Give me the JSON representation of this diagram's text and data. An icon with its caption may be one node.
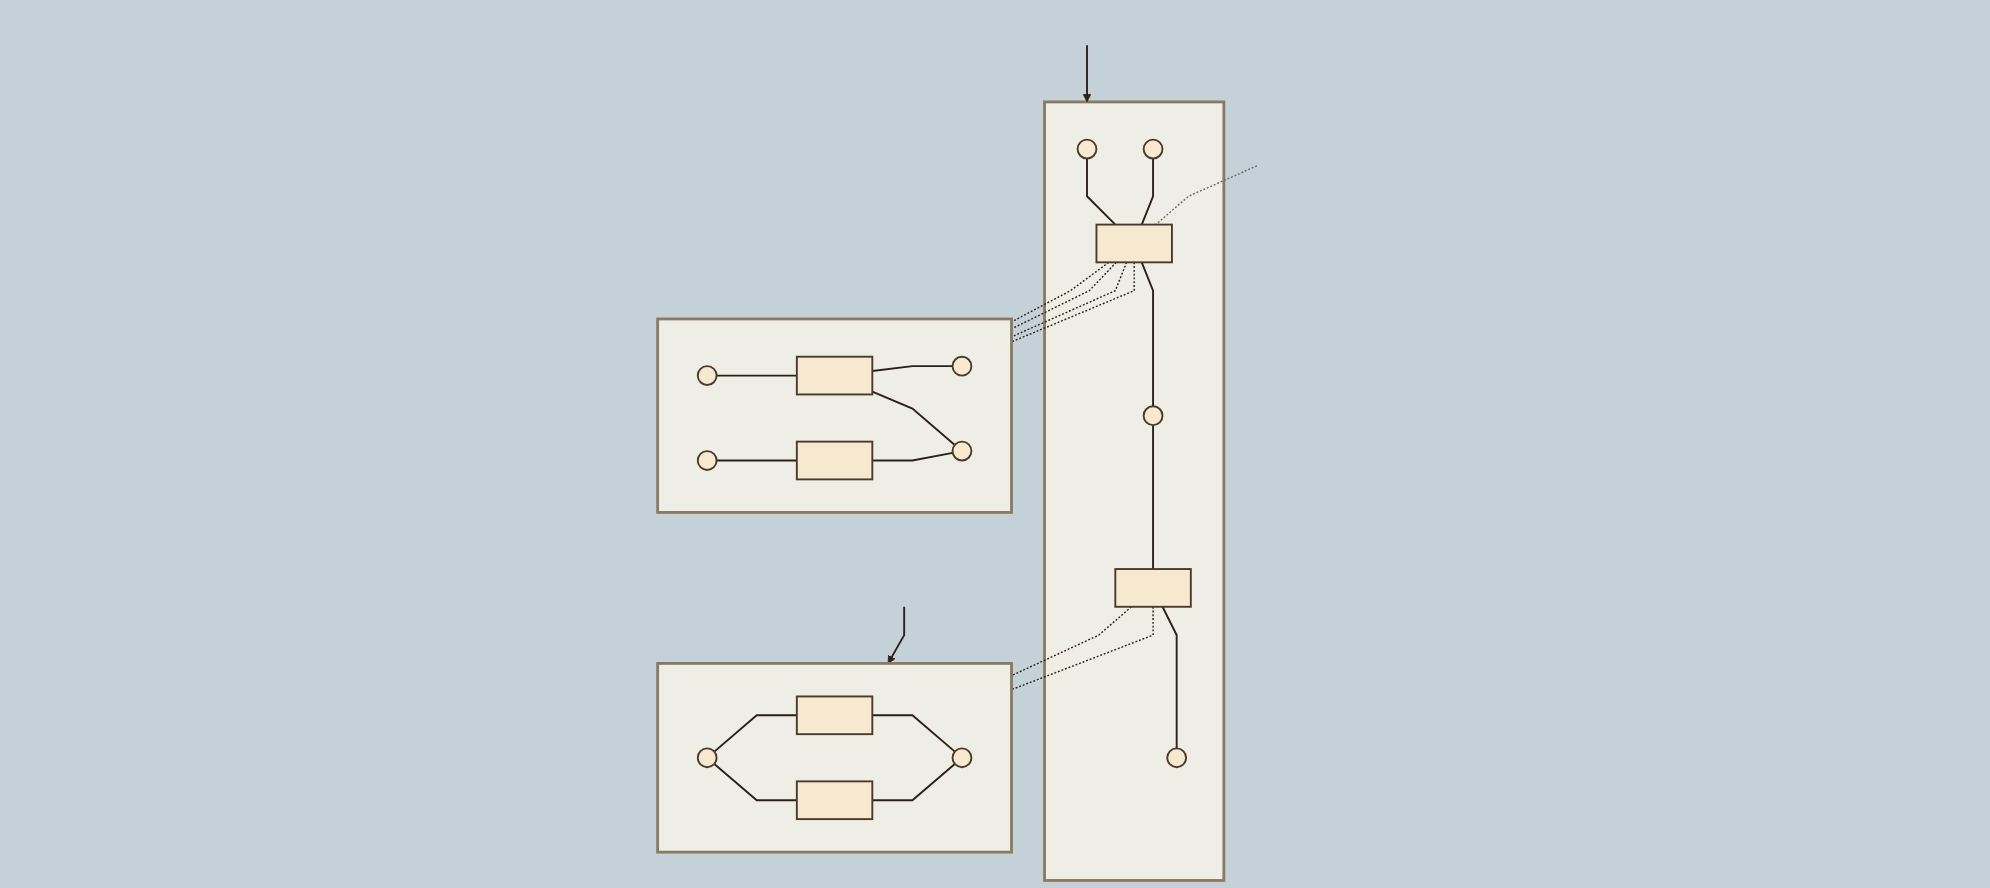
{
  "diagram": {
    "nodes": [
      {
        "text": [],
        "shape": "box"
      },
      {
        "text": [],
        "shape": "circle",
        "in": 0
      },
      {
        "text": [],
        "shape": "circle",
        "in": 0
      },
      {
        "text": [],
        "shape": "box",
        "in": 0
      },
      {
        "text": [],
        "shape": "circle",
        "in": 0
      },
      {
        "text": [],
        "shape": "box",
        "in": 0
      },
      {
        "text": [],
        "shape": "circle",
        "in": 0
      },
      {
        "text": [],
        "shape": "box"
      },
      {
        "text": [],
        "shape": "circle",
        "in": 7
      },
      {
        "text": [],
        "shape": "box",
        "in": 7
      },
      {
        "text": [],
        "shape": "circle",
        "in": 7
      },
      {
        "text": [],
        "shape": "circle",
        "in": 7
      },
      {
        "text": [],
        "shape": "box",
        "in": 7
      },
      {
        "text": [],
        "shape": "circle",
        "in": 7
      },
      {
        "text": [],
        "shape": "box"
      },
      {
        "text": [],
        "shape": "circle",
        "in": 14
      },
      {
        "text": [],
        "shape": "box",
        "in": 14
      },
      {
        "text": [],
        "shape": "box",
        "in": 14
      },
      {
        "text": [],
        "shape": "circle",
        "in": 14
      }
    ],
    "edges": [
      {
        "from": 1,
        "to": 3,
        "arrow": "none"
      },
      {
        "from": 2,
        "to": 3,
        "arrow": "none"
      },
      {
        "from": 3,
        "to": 4,
        "arrow": "none"
      },
      {
        "from": 4,
        "to": 5,
        "arrow": "none"
      },
      {
        "from": 5,
        "to": 6,
        "arrow": "none"
      },
      {
        "from": 8,
        "to": 9,
        "arrow": "none"
      },
      {
        "from": 9,
        "to": 10,
        "arrow": "none"
      },
      {
        "from": 9,
        "to": 13,
        "arrow": "none"
      },
      {
        "from": 11,
        "to": 12,
        "arrow": "none"
      },
      {
        "from": 12,
        "to": 13,
        "arrow": "none"
      },
      {
        "from": 15,
        "to": 16,
        "arrow": "none"
      },
      {
        "from": 15,
        "to": 17,
        "arrow": "none"
      },
      {
        "from": 16,
        "to": 18,
        "arrow": "none"
      },
      {
        "from": 17,
        "to": 18,
        "arrow": "none"
      },
      {
        "from": 3,
        "to": 7,
        "arrow": "none",
        "style": "dashed"
      },
      {
        "from": 3,
        "to": 7,
        "arrow": "none",
        "style": "dashed"
      },
      {
        "from": 3,
        "to": 7,
        "arrow": "none",
        "style": "dashed"
      },
      {
        "from": 3,
        "to": 7,
        "arrow": "none",
        "style": "dashed"
      },
      {
        "from": 5,
        "to": 14,
        "arrow": "none",
        "style": "dashed"
      },
      {
        "from": 5,
        "to": 14,
        "arrow": "none",
        "style": "dashed"
      },
      {
        "from": null,
        "to": 3,
        "arrow": "none",
        "style": "dashed",
        "color": "#666666"
      },
      {
        "from": null,
        "to": 0,
        "arrow": "to"
      },
      {
        "from": null,
        "to": 14,
        "arrow": "to"
      }
    ]
  }
}
